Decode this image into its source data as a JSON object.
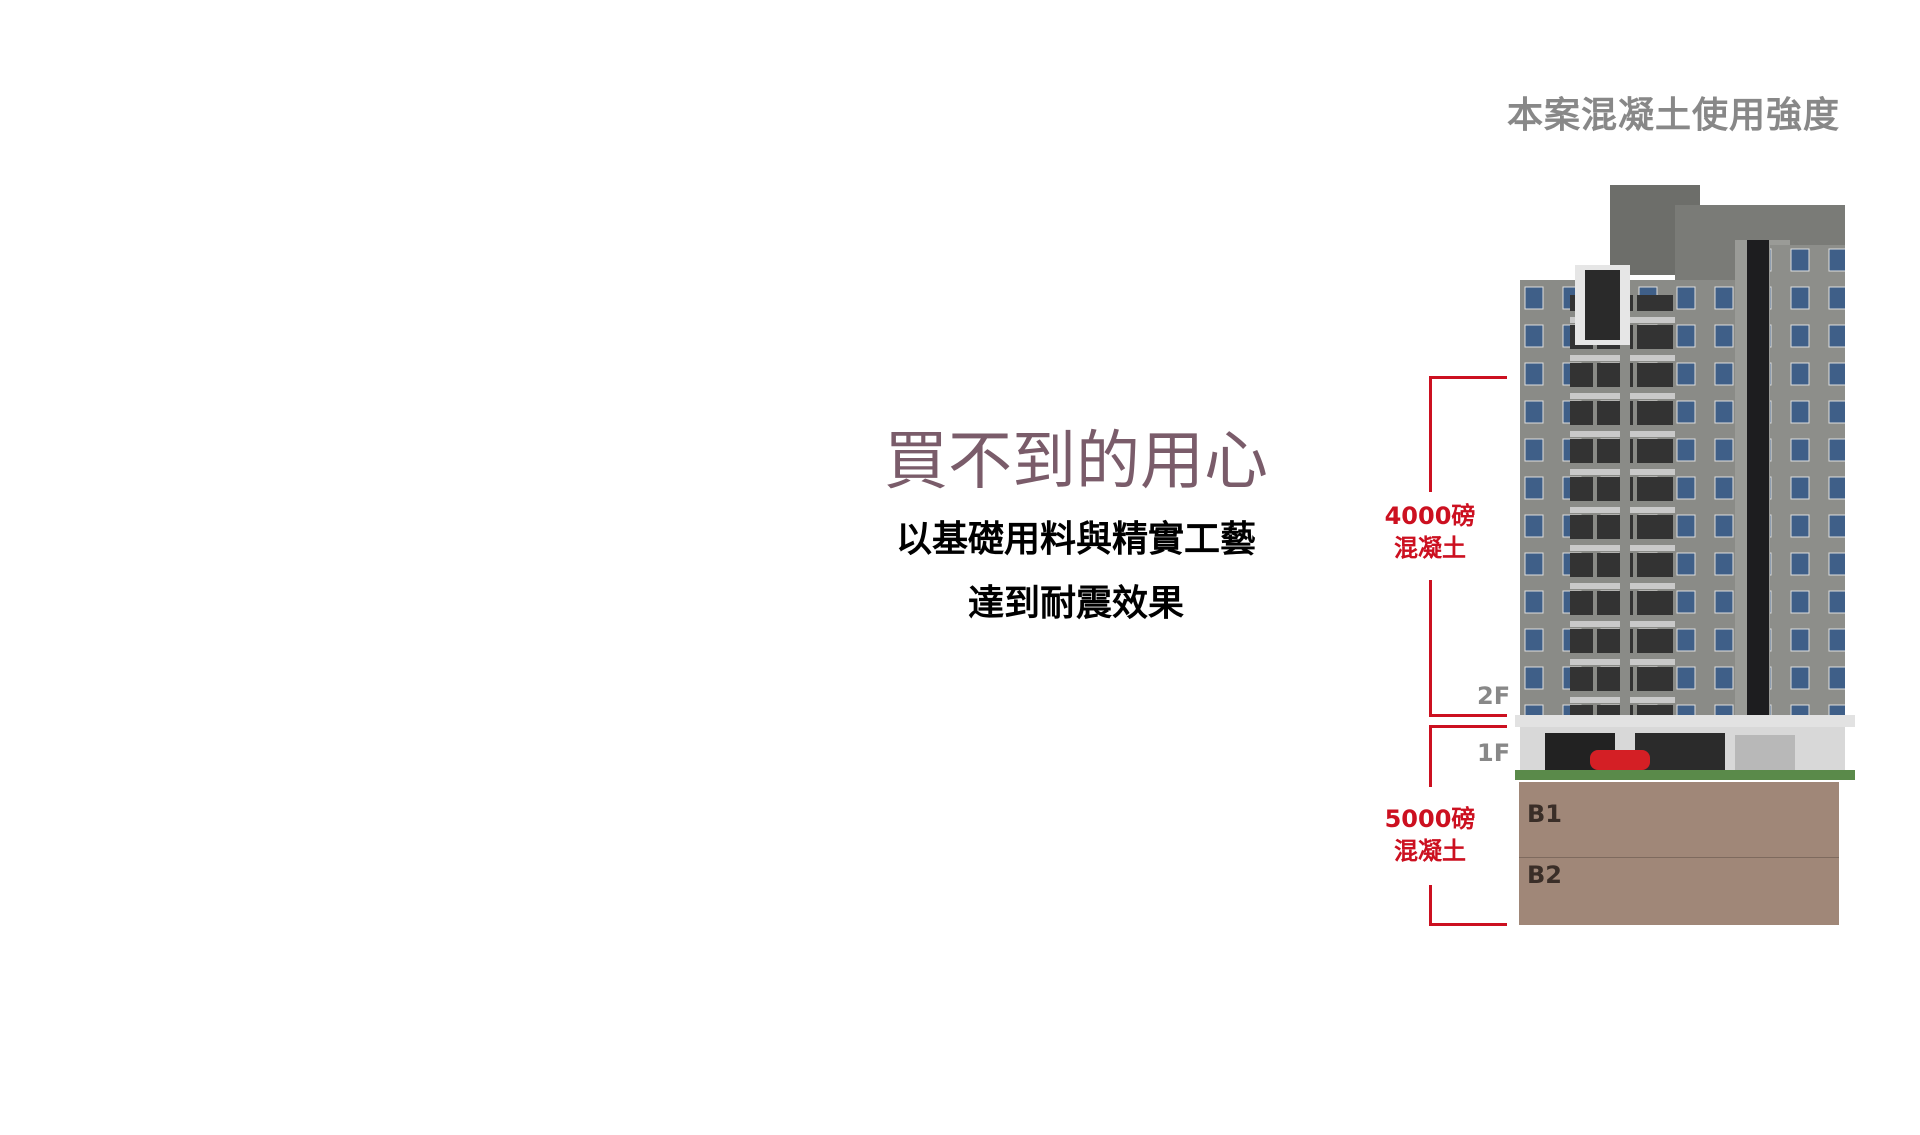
{
  "title": "本案混凝土使用強度",
  "headline": "買不到的用心",
  "subline1": "以基礎用料與精實工藝",
  "subline2": "達到耐震效果",
  "upper_zone": {
    "strength": "4000磅",
    "material": "混凝土"
  },
  "lower_zone": {
    "strength": "5000磅",
    "material": "混凝土"
  },
  "floors": {
    "f2": "2F",
    "f1": "1F",
    "b1": "B1",
    "b2": "B2"
  },
  "colors": {
    "accent": "#cc1020",
    "headline": "#7a5c6a",
    "basement": "#a08778",
    "title": "#888888"
  }
}
